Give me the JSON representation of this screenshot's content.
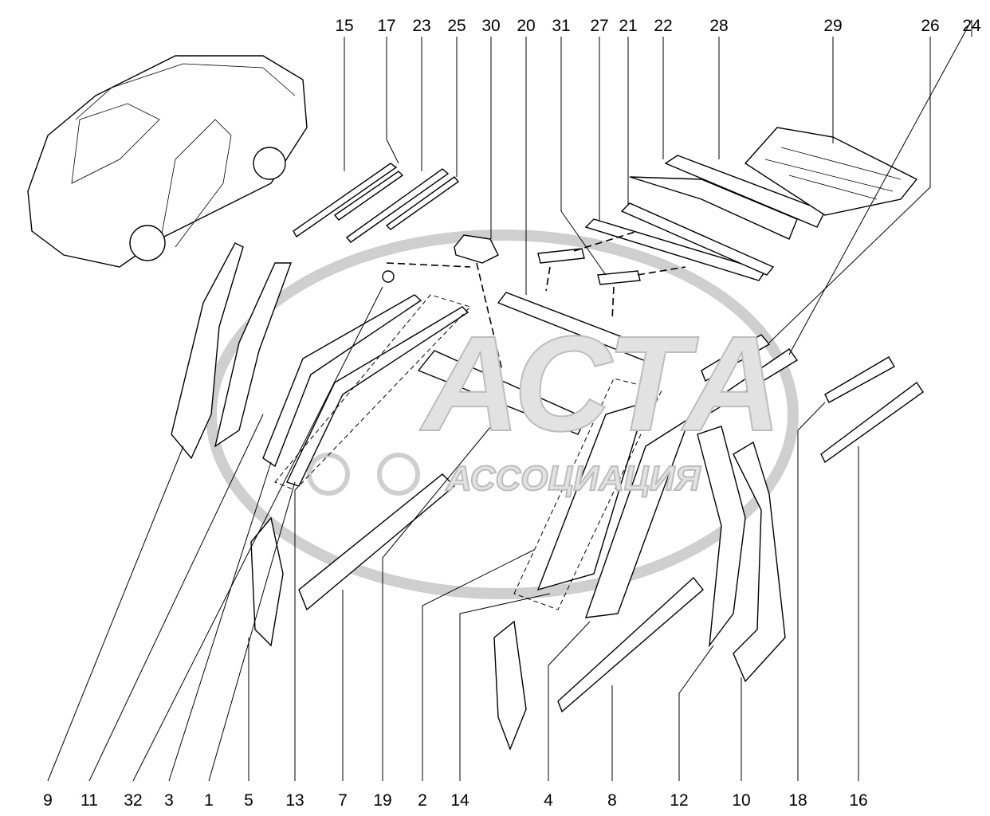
{
  "diagram": {
    "watermark": {
      "main": "АСТА",
      "sub": "АССОЦИАЦИЯ"
    },
    "top_labels": [
      "15",
      "17",
      "23",
      "25",
      "30",
      "20",
      "31",
      "27",
      "21",
      "22",
      "28",
      "29",
      "26",
      "24"
    ],
    "bottom_labels": [
      "9",
      "11",
      "32",
      "3",
      "1",
      "5",
      "13",
      "7",
      "19",
      "2",
      "14",
      "4",
      "8",
      "12",
      "10",
      "18",
      "16"
    ]
  }
}
